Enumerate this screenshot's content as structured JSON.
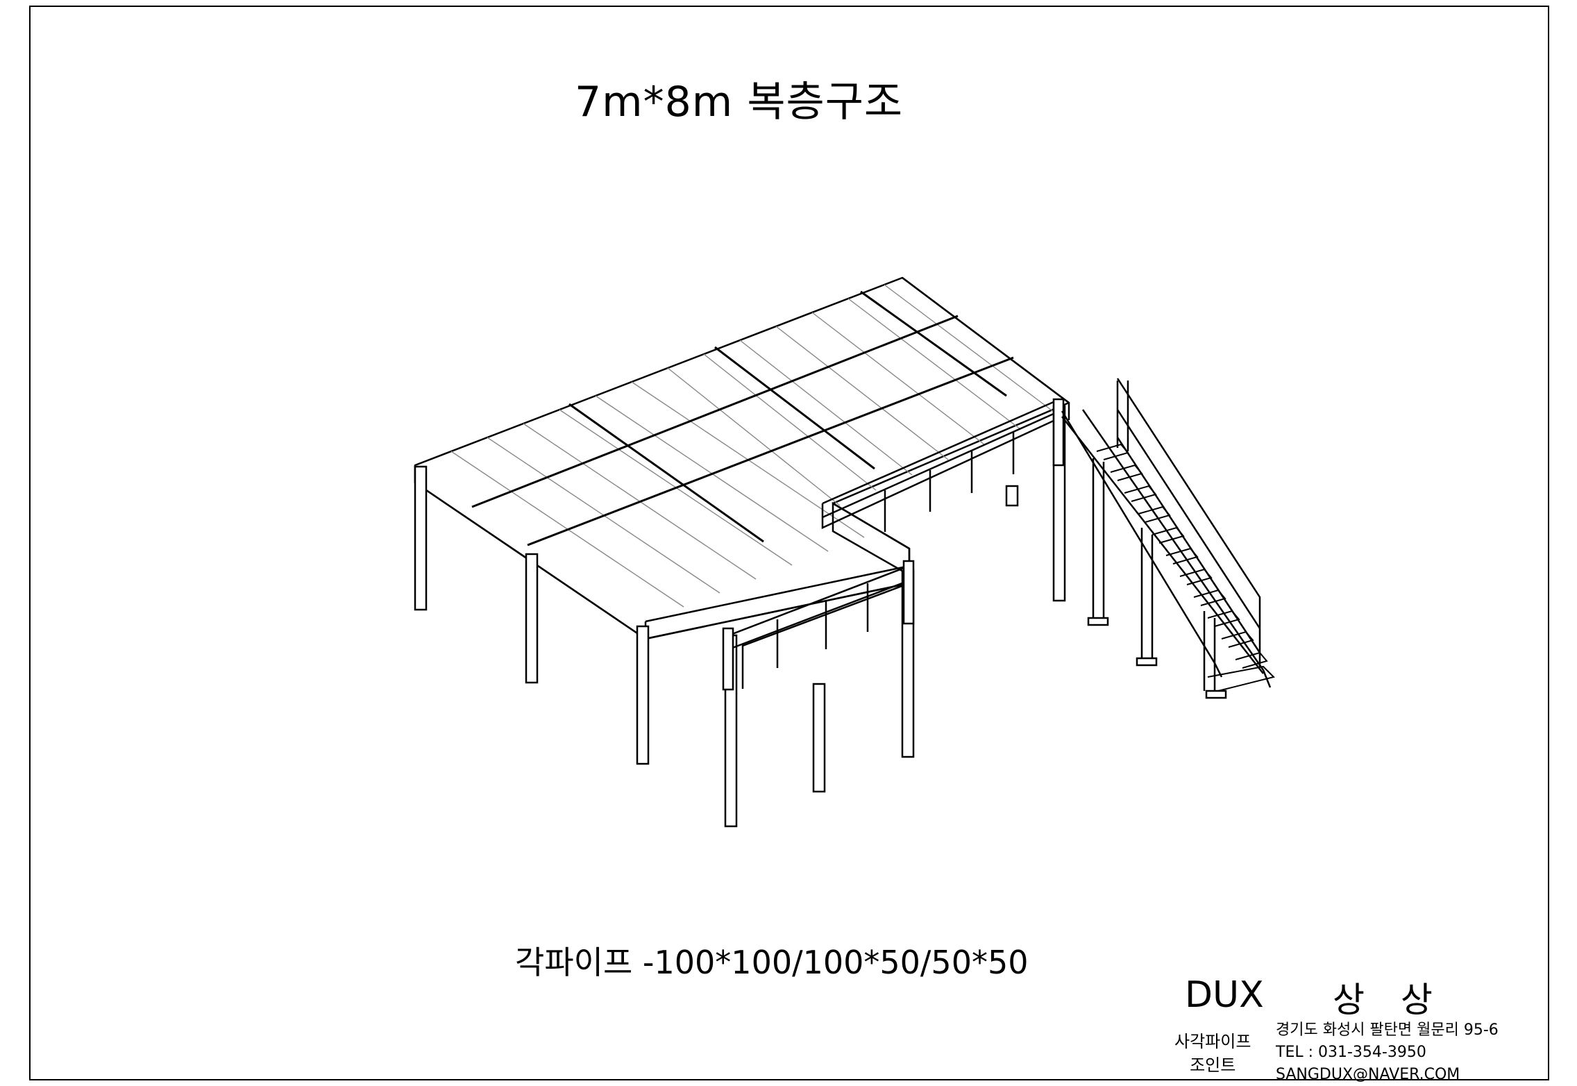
{
  "drawing": {
    "title": "7m*8m 복층구조",
    "spec": "각파이프 -100*100/100*50/50*50"
  },
  "title_block": {
    "brand": "DUX",
    "company": "상 상",
    "product_line1": "사각파이프",
    "product_line2": "조인트",
    "address": "경기도 화성시 팔탄면 월문리 95-6",
    "tel": "TEL : 031-354-3950",
    "email": "SANGDUX@NAVER.COM"
  },
  "colors": {
    "line": "#000000",
    "panel_line": "#888888",
    "background": "#ffffff"
  }
}
